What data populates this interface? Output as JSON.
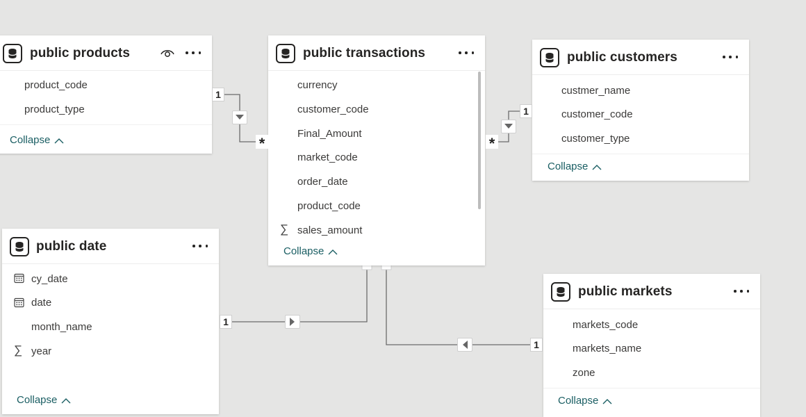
{
  "tables": {
    "products": {
      "title": "public products",
      "fields": [
        "product_code",
        "product_type"
      ],
      "collapse": "Collapse"
    },
    "transactions": {
      "title": "public transactions",
      "fields": [
        "currency",
        "customer_code",
        "Final_Amount",
        "market_code",
        "order_date",
        "product_code",
        "sales_amount"
      ],
      "collapse": "Collapse"
    },
    "customers": {
      "title": "public customers",
      "fields": [
        "custmer_name",
        "customer_code",
        "customer_type"
      ],
      "collapse": "Collapse"
    },
    "date": {
      "title": "public date",
      "fields": [
        "cy_date",
        "date",
        "month_name",
        "year"
      ],
      "collapse": "Collapse"
    },
    "markets": {
      "title": "public markets",
      "fields": [
        "markets_code",
        "markets_name",
        "zone"
      ],
      "collapse": "Collapse"
    }
  },
  "relationships": {
    "one": "1",
    "many": "*"
  },
  "icons": {
    "table": "database-icon",
    "more": "more-options-icon",
    "visibility": "eye-icon",
    "sum": "sigma-icon",
    "calendar": "calendar-icon",
    "collapse": "chevron-up-icon"
  },
  "colors": {
    "canvas": "#e5e5e4",
    "card": "#ffffff",
    "collapse_link": "#1a5e63",
    "text": "#252423"
  }
}
